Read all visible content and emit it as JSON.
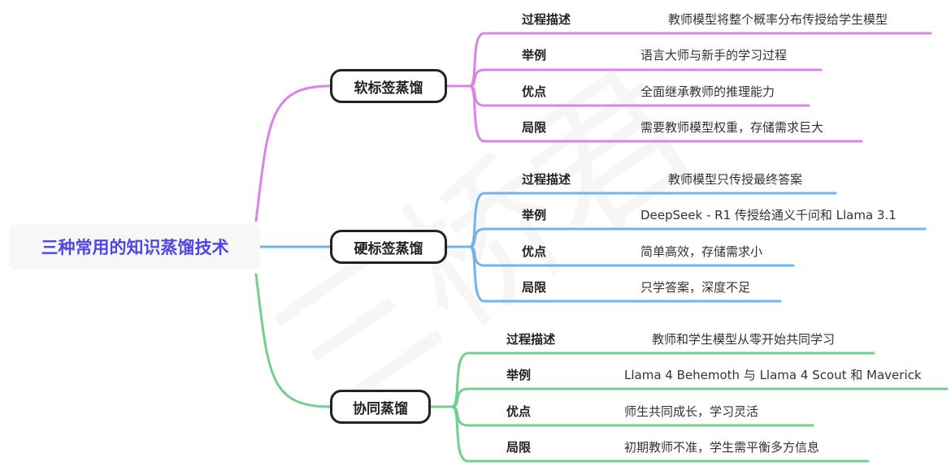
{
  "colors": {
    "soft": "#d985e6",
    "hard": "#6fb4ef",
    "co": "#6fd08f",
    "root_text": "#4f46e5"
  },
  "root": {
    "label": "三种常用的知识蒸馏技术"
  },
  "watermark": "三桥君",
  "branches": [
    {
      "label": "软标签蒸馏",
      "items": [
        {
          "label": "过程描述",
          "value": "教师模型将整个概率分布传授给学生模型"
        },
        {
          "label": "举例",
          "value": "语言大师与新手的学习过程"
        },
        {
          "label": "优点",
          "value": "全面继承教师的推理能力"
        },
        {
          "label": "局限",
          "value": "需要教师模型权重，存储需求巨大"
        }
      ]
    },
    {
      "label": "硬标签蒸馏",
      "items": [
        {
          "label": "过程描述",
          "value": "教师模型只传授最终答案"
        },
        {
          "label": "举例",
          "value": "DeepSeek - R1 传授给通义千问和 Llama 3.1"
        },
        {
          "label": "优点",
          "value": "简单高效，存储需求小"
        },
        {
          "label": "局限",
          "value": "只学答案，深度不足"
        }
      ]
    },
    {
      "label": "协同蒸馏",
      "items": [
        {
          "label": "过程描述",
          "value": "教师和学生模型从零开始共同学习"
        },
        {
          "label": "举例",
          "value": "Llama 4 Behemoth 与 Llama 4 Scout 和 Maverick"
        },
        {
          "label": "优点",
          "value": "师生共同成长，学习灵活"
        },
        {
          "label": "局限",
          "value": "初期教师不准，学生需平衡多方信息"
        }
      ]
    }
  ]
}
